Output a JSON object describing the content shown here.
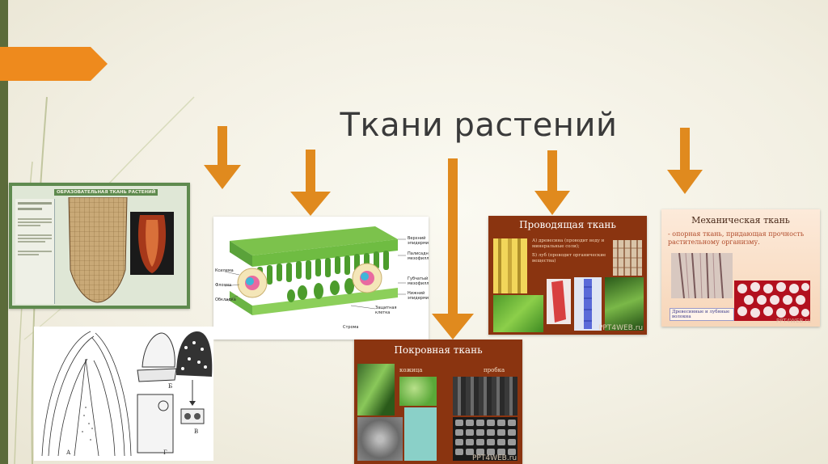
{
  "slide": {
    "title": "Ткани растений"
  },
  "panels": {
    "educational": {
      "header": "ОБРАЗОВАТЕЛЬНАЯ ТКАНЬ РАСТЕНИЙ"
    },
    "leaf": {
      "labels": [
        "Верхний эпидермис",
        "Палисадный мезофилл",
        "Губчатый мезофилл",
        "Нижний эпидермис",
        "Защитная клетка",
        "Строма",
        "Ксилема",
        "Флоэма",
        "Обкладка"
      ]
    },
    "conducting": {
      "title": "Проводящая ткань",
      "text_a": "А) древесина (проводит воду и минеральные соли);",
      "text_b": "Б) луб (проводит органические вещества)",
      "watermark": "PPT4WEB.ru"
    },
    "mechanical": {
      "title": "Механическая ткань",
      "text": "- опорная ткань, придающая прочность растительному организму.",
      "caption": "Древесинные и лубяные волокна",
      "watermark": "PPT4WEB.ru"
    },
    "integumentary": {
      "title": "Покровная ткань",
      "label_skin": "кожица",
      "label_cork": "пробка",
      "watermark": "PPT4WEB.ru"
    },
    "sketch": {
      "letters": [
        "А",
        "Б",
        "В",
        "Г"
      ]
    }
  },
  "colors": {
    "arrow": "#e08a1e",
    "ribbon": "#ee8a1d",
    "panel_brown": "#8a3410",
    "title_text": "#3a3a3a"
  }
}
